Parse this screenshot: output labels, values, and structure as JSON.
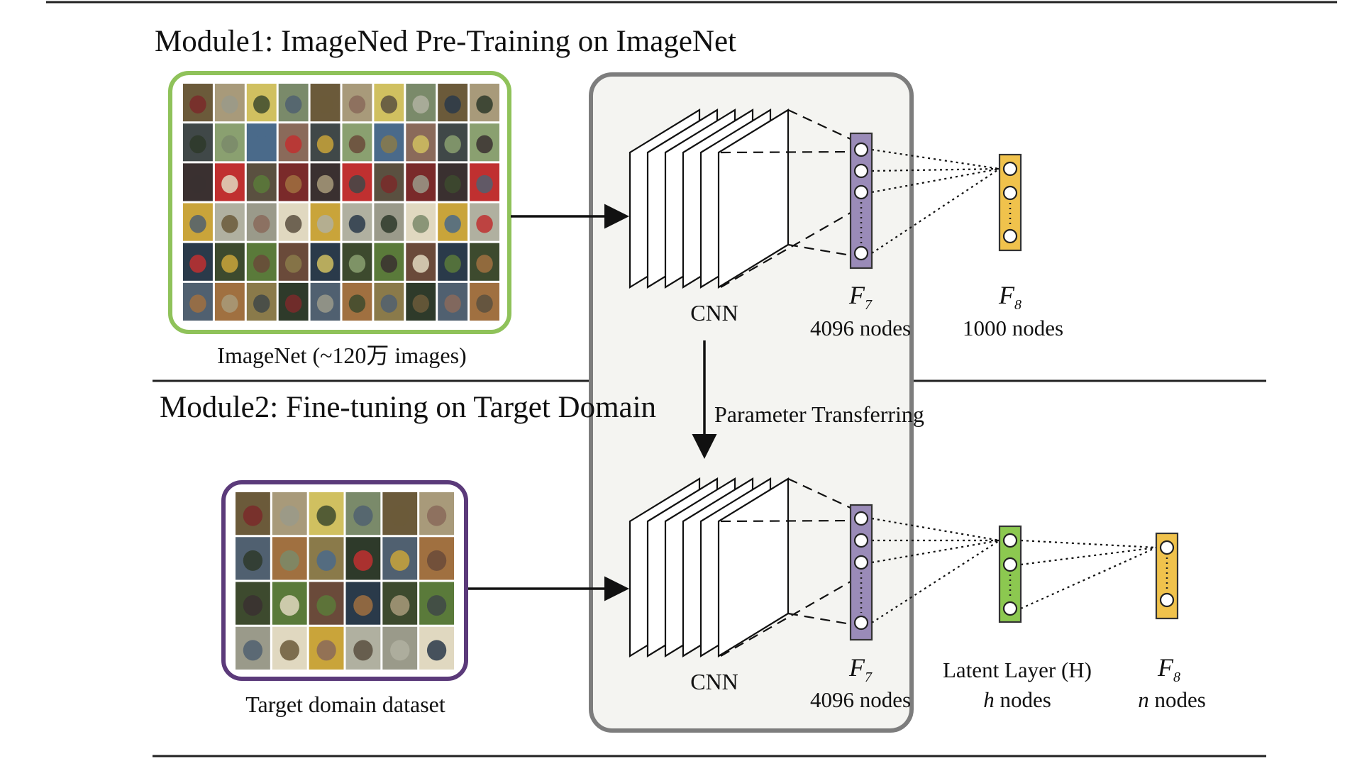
{
  "module1": {
    "title": "Module1: ImageNed Pre-Training on ImageNet",
    "dataset_caption": "ImageNet (~120万 images)",
    "cnn_label": "CNN",
    "layer1": {
      "symbol": "F",
      "subscript": "7",
      "nodes": "4096 nodes",
      "color": "#9a8bb8"
    },
    "layer2": {
      "symbol": "F",
      "subscript": "8",
      "nodes": "1000 nodes",
      "color": "#f0c24c"
    }
  },
  "transfer_label": "Parameter Transferring",
  "module2": {
    "title": "Module2: Fine-tuning on Target Domain",
    "dataset_caption": "Target domain dataset",
    "cnn_label": "CNN",
    "layer1": {
      "symbol": "F",
      "subscript": "7",
      "nodes": "4096 nodes",
      "color": "#9a8bb8"
    },
    "latent": {
      "title": "Latent Layer (H)",
      "nodes_var": "h",
      "nodes_text": " nodes",
      "color": "#8cc850"
    },
    "layer3": {
      "symbol": "F",
      "subscript": "8",
      "nodes_var": "n",
      "nodes_text": " nodes",
      "color": "#f0c24c"
    }
  },
  "colors": {
    "imagenet_frame": "#8fc25a",
    "target_frame": "#5b3a7a",
    "network_panel_fill": "#f4f4f1",
    "network_panel_stroke": "#7d7d7d"
  }
}
